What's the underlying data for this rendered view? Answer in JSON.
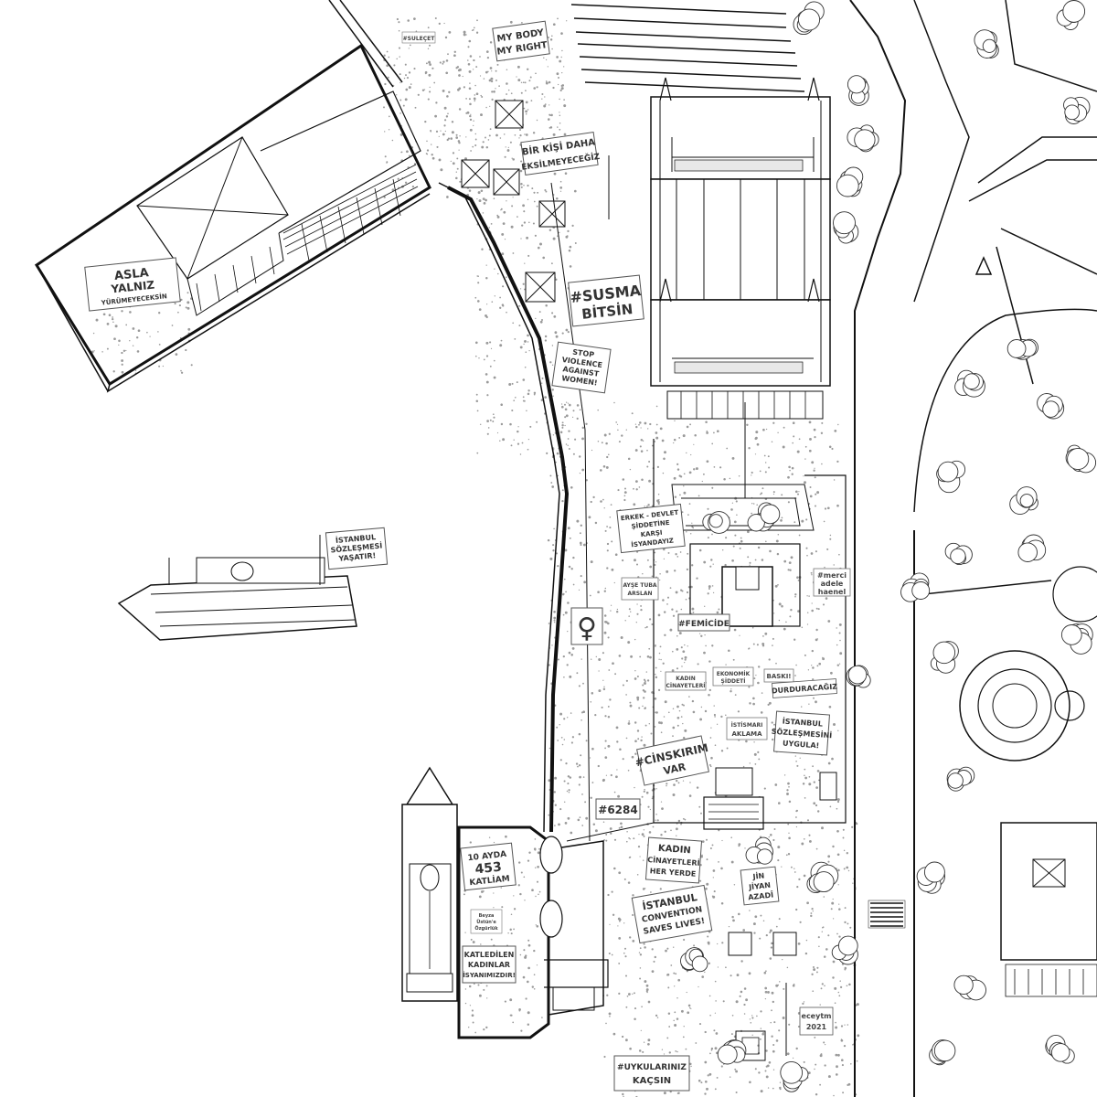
{
  "signs": {
    "asla": [
      "ASLA",
      "YALNIZ",
      "YÜRÜMEYECEKSİN"
    ],
    "my_body": [
      "MY BODY",
      "MY RIGHT"
    ],
    "bir_kisi": [
      "BİR KİŞİ DAHA",
      "EKSİLMEYECEĞİZ"
    ],
    "susma": [
      "#SUSMA",
      "BİTSİN"
    ],
    "stop_violence": [
      "STOP",
      "VIOLENCE",
      "AGAINST",
      "WOMEN!"
    ],
    "istanbul_yasatir": [
      "İSTANBUL",
      "SÖZLEŞMESİ",
      "YAŞATIR!"
    ],
    "erkek_devlet": [
      "ERKEK - DEVLET",
      "ŞİDDETİNE",
      "KARŞI",
      "İSYANDAYIZ"
    ],
    "ayse": [
      "AYŞE TUBA",
      "ARSLAN"
    ],
    "merci": [
      "#merci",
      "adele",
      "haenel"
    ],
    "femicide": "#FEMİCİDE",
    "kadin_cinayetleri_small": [
      "KADIN",
      "CİNAYETLERİ"
    ],
    "ekonomik": [
      "EKONOMİK",
      "ŞİDDETİ"
    ],
    "baski": "BASKI!",
    "durduracagiz": "DURDURACAĞIZ",
    "istismari": [
      "İSTİSMARI",
      "AKLAMA"
    ],
    "istanbul_uygula": [
      "İSTANBUL",
      "SÖZLEŞMESİNİ",
      "UYGULA!"
    ],
    "cinskirim": [
      "#CİNSKIRIM",
      "VAR"
    ],
    "hashtag6284": "#6284",
    "on_ayda": [
      "10 AYDA",
      "453",
      "KATLİAM"
    ],
    "kadin_her_yerde": [
      "KADIN",
      "CİNAYETLERİ",
      "HER YERDE"
    ],
    "jin": [
      "JİN",
      "JİYAN",
      "AZADÎ"
    ],
    "convention": [
      "İSTANBUL",
      "CONVENTION",
      "SAVES LIVES!"
    ],
    "katledilen": [
      "KATLEDİLEN",
      "KADINLAR",
      "İSYANIMIZDIR!"
    ],
    "uykulariniz": [
      "#UYKULARINIZ",
      "KAÇSIN"
    ],
    "signature": [
      "eceytm",
      "2021"
    ],
    "sulecet": "#SULEÇET",
    "begum": [
      "Beyza",
      "Üstün'e",
      "Özgürlük"
    ]
  },
  "icons": {
    "female_symbol": "♀"
  }
}
